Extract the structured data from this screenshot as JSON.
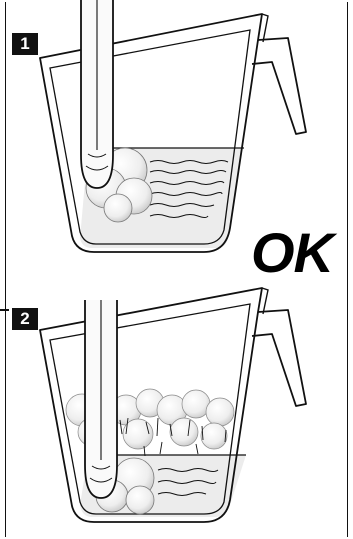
{
  "steps": [
    {
      "number": "1",
      "state": "correct-steam-wand-position"
    },
    {
      "number": "2",
      "state": "wand-near-bottom-excess-foam"
    }
  ],
  "result_label": "OK",
  "colors": {
    "line": "#111111",
    "liquid": "#e9e9e9",
    "foam": "#f2f2f2"
  },
  "icons": [
    "jug-icon",
    "steam-wand-icon",
    "foam-bubbles-icon"
  ]
}
